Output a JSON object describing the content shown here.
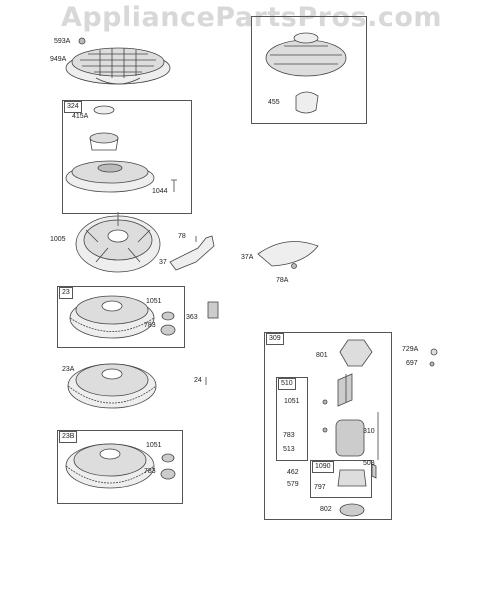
{
  "watermark": "AppliancePartsPros.com",
  "labels": {
    "p593A": "593A",
    "p949A": "949A",
    "p324": "324",
    "p415A": "415A",
    "p1044": "1044",
    "p455": "455",
    "p1005": "1005",
    "p78": "78",
    "p37": "37",
    "p37A": "37A",
    "p78A": "78A",
    "p23": "23",
    "p1051a": "1051",
    "p783a": "783",
    "p363": "363",
    "p23A": "23A",
    "p24": "24",
    "p23B": "23B",
    "p1051b": "1051",
    "p783b": "783",
    "p309": "309",
    "p801": "801",
    "p729A": "729A",
    "p697": "697",
    "p510": "510",
    "p1051c": "1051",
    "p783c": "783",
    "p513": "513",
    "p310": "310",
    "p1090": "1090",
    "p462": "462",
    "p579": "579",
    "p797": "797",
    "p503": "503",
    "p802": "802"
  }
}
